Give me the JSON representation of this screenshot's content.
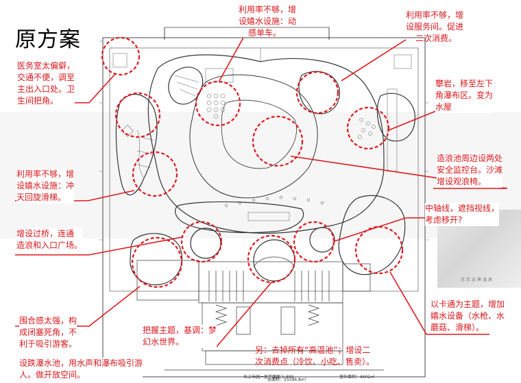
{
  "page": {
    "title": "原方案"
  },
  "annotations": {
    "top_center": [
      "利用率不够，增",
      "设嬉水设施：动",
      "感单车。"
    ],
    "top_right": [
      "利用率不够，增",
      "设服务间。促进",
      "二次消费。"
    ],
    "left_1": [
      "医务室太偏僻，",
      "交通不便，调至",
      "主出入口处。卫",
      "生间把角。"
    ],
    "right_1": [
      "攀岩，移至左下",
      "角瀑布区。变为",
      "水屋"
    ],
    "right_2": [
      "造浪池周边设两处",
      "安全监控台。沙滩",
      "增设观浪椅。"
    ],
    "left_2": [
      "利用率不够，增",
      "设嬉水设施：冲",
      "天回旋滑梯。"
    ],
    "right_3": [
      "中轴线，遮挡视线，",
      "考虑移开?"
    ],
    "left_3": [
      "增设过桥，连通",
      "造浪和入口广场。"
    ],
    "right_4": [
      "以卡通为主题，增加",
      "嬉水设备（水枪、水",
      "蘑菇、滑梯）。"
    ],
    "left_4": [
      "围合感太强，构",
      "成闭塞死角，不",
      "利于吸引游客。"
    ],
    "bottom_center": [
      "把握主题，基调：梦",
      "幻水世界。"
    ],
    "bottom_right": [
      "另：去掉所有“高温池”；增设二",
      "次消费点（冷饮、小吃、售卖）。"
    ],
    "bottom_left": [
      "设跌瀑水池，用水声和瀑布吸引游",
      "人。做开放空间。"
    ]
  },
  "plan": {
    "bottom_label": "水上乐园一层平面图 1:300",
    "area_label": "总面积：25596.8m²",
    "right_label": "室外面积：4602㎡",
    "caption": "北京远景温泉"
  },
  "colors": {
    "annotation": "#d8161b",
    "plan_line": "#333333"
  }
}
